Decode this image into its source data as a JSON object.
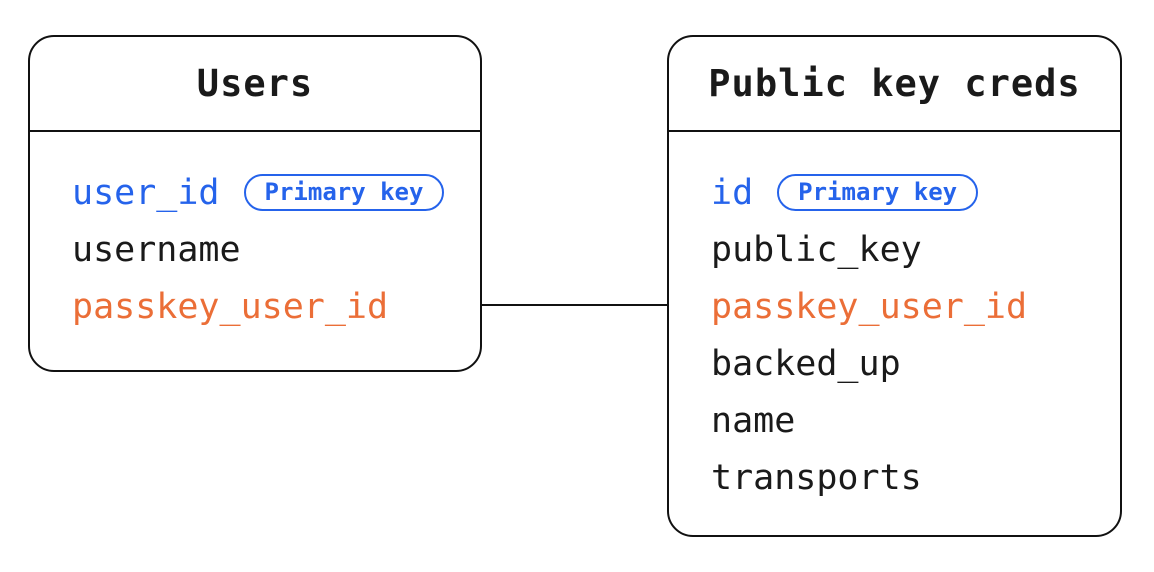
{
  "diagram": {
    "background": "#ffffff",
    "colors": {
      "primary_key_blue": "#2563eb",
      "fk_orange": "#eb6e37",
      "text_black": "#1a1a1a",
      "border_black": "#111111"
    },
    "tables": [
      {
        "title": "Users",
        "fields": [
          {
            "name": "user_id",
            "role": "primary-key",
            "badge": "Primary key"
          },
          {
            "name": "username",
            "role": "normal"
          },
          {
            "name": "passkey_user_id",
            "role": "foreign-key"
          }
        ]
      },
      {
        "title": "Public key creds",
        "fields": [
          {
            "name": "id",
            "role": "primary-key",
            "badge": "Primary key"
          },
          {
            "name": "public_key",
            "role": "normal"
          },
          {
            "name": "passkey_user_id",
            "role": "foreign-key"
          },
          {
            "name": "backed_up",
            "role": "normal"
          },
          {
            "name": "name",
            "role": "normal"
          },
          {
            "name": "transports",
            "role": "normal"
          }
        ]
      }
    ],
    "relationship": {
      "from_table": "Users",
      "from_field": "passkey_user_id",
      "to_table": "Public key creds",
      "to_field": "passkey_user_id"
    }
  }
}
